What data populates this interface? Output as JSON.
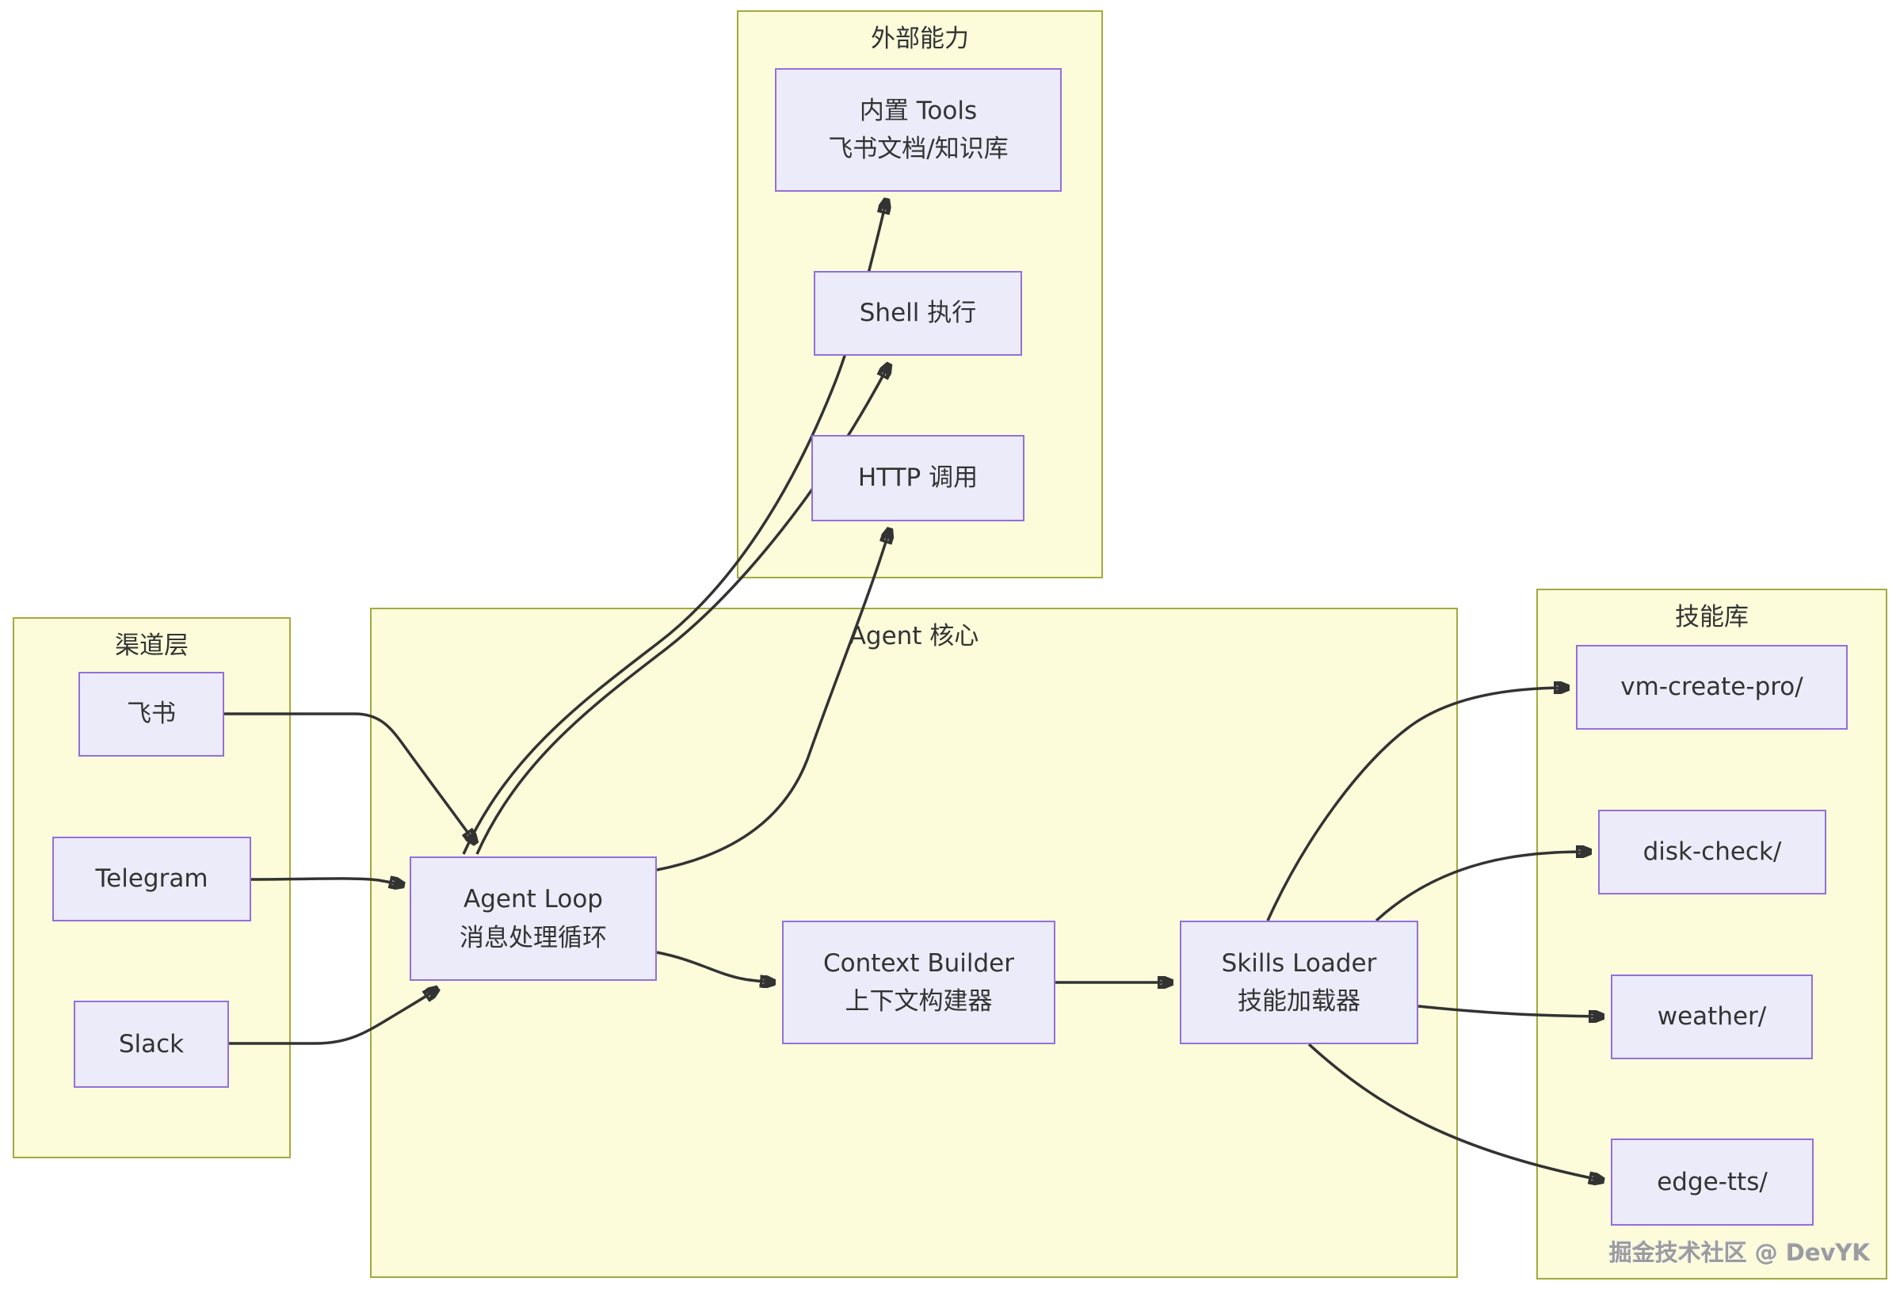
{
  "diagram": {
    "clusters": {
      "external": {
        "label": "外部能力"
      },
      "channel": {
        "label": "渠道层"
      },
      "core": {
        "label": "Agent 核心"
      },
      "skills": {
        "label": "技能库"
      }
    },
    "nodes": {
      "builtin_tools": {
        "line1": "内置 Tools",
        "line2": "飞书文档/知识库"
      },
      "shell_exec": {
        "line1": "Shell 执行"
      },
      "http_call": {
        "line1": "HTTP 调用"
      },
      "feishu": {
        "line1": "飞书"
      },
      "telegram": {
        "line1": "Telegram"
      },
      "slack": {
        "line1": "Slack"
      },
      "agent_loop": {
        "line1": "Agent Loop",
        "line2": "消息处理循环"
      },
      "context_builder": {
        "line1": "Context Builder",
        "line2": "上下文构建器"
      },
      "skills_loader": {
        "line1": "Skills Loader",
        "line2": "技能加载器"
      },
      "vm_create_pro": {
        "line1": "vm-create-pro/"
      },
      "disk_check": {
        "line1": "disk-check/"
      },
      "weather": {
        "line1": "weather/"
      },
      "edge_tts": {
        "line1": "edge-tts/"
      }
    },
    "edges": [
      {
        "from": "feishu",
        "to": "agent_loop"
      },
      {
        "from": "telegram",
        "to": "agent_loop"
      },
      {
        "from": "slack",
        "to": "agent_loop"
      },
      {
        "from": "agent_loop",
        "to": "builtin_tools"
      },
      {
        "from": "agent_loop",
        "to": "shell_exec"
      },
      {
        "from": "agent_loop",
        "to": "http_call"
      },
      {
        "from": "agent_loop",
        "to": "context_builder"
      },
      {
        "from": "context_builder",
        "to": "skills_loader"
      },
      {
        "from": "skills_loader",
        "to": "vm_create_pro"
      },
      {
        "from": "skills_loader",
        "to": "disk_check"
      },
      {
        "from": "skills_loader",
        "to": "weather"
      },
      {
        "from": "skills_loader",
        "to": "edge_tts"
      }
    ],
    "watermark": "掘金技术社区 @ DevYK",
    "colors": {
      "cluster_fill": "#fcfcda",
      "cluster_border": "#a3a93f",
      "node_fill": "#ecebfa",
      "node_border": "#9370DB",
      "edge": "#333333",
      "text": "#333333",
      "watermark": "#9c9c9c"
    }
  }
}
